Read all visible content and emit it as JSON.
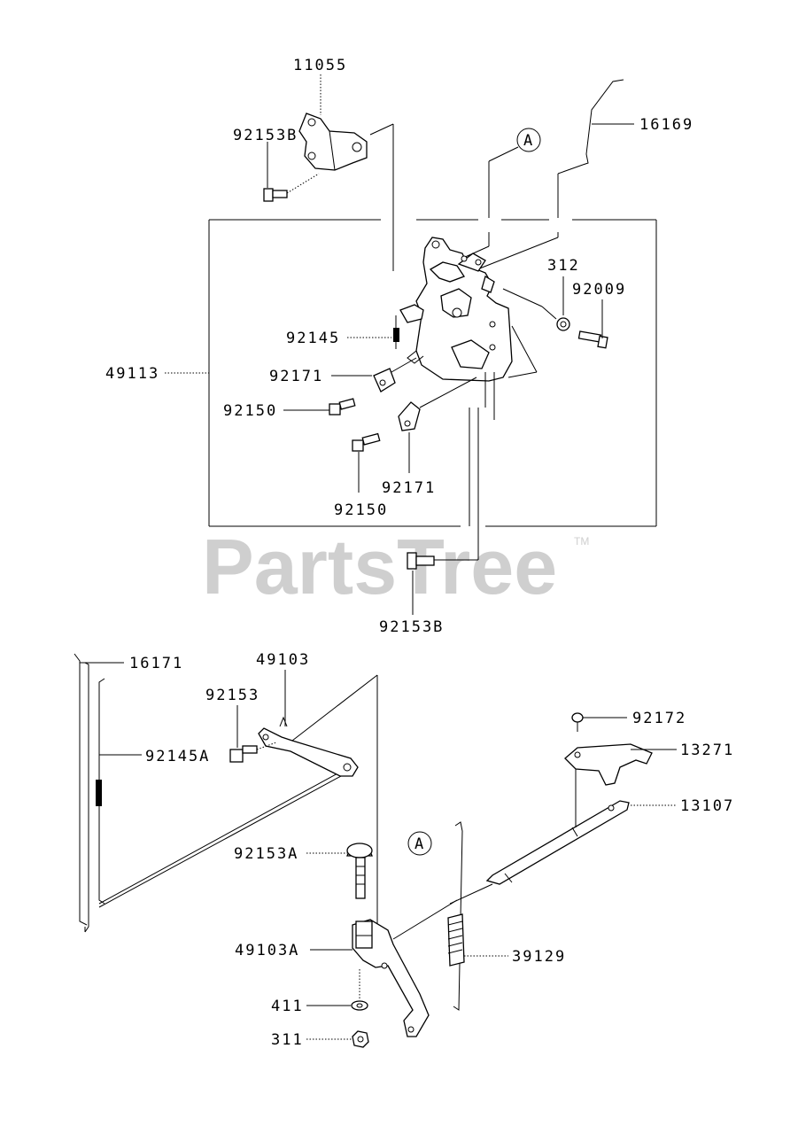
{
  "watermark": {
    "text": "PartsTree",
    "trademark": "TM"
  },
  "callouts": {
    "ref_a_top": "A",
    "ref_a_bottom": "A"
  },
  "labels": {
    "p11055": "11055",
    "p92153B_top": "92153B",
    "p16169": "16169",
    "p312": "312",
    "p92009": "92009",
    "p92145": "92145",
    "p49113": "49113",
    "p92171_left": "92171",
    "p92150_left": "92150",
    "p92171_bottom": "92171",
    "p92150_bottom": "92150",
    "p92153B_bottom": "92153B",
    "p16171": "16171",
    "p49103": "49103",
    "p92153": "92153",
    "p92145A": "92145A",
    "p92172": "92172",
    "p13271": "13271",
    "p13107": "13107",
    "p92153A": "92153A",
    "p49103A": "49103A",
    "p39129": "39129",
    "p411": "411",
    "p311": "311"
  }
}
